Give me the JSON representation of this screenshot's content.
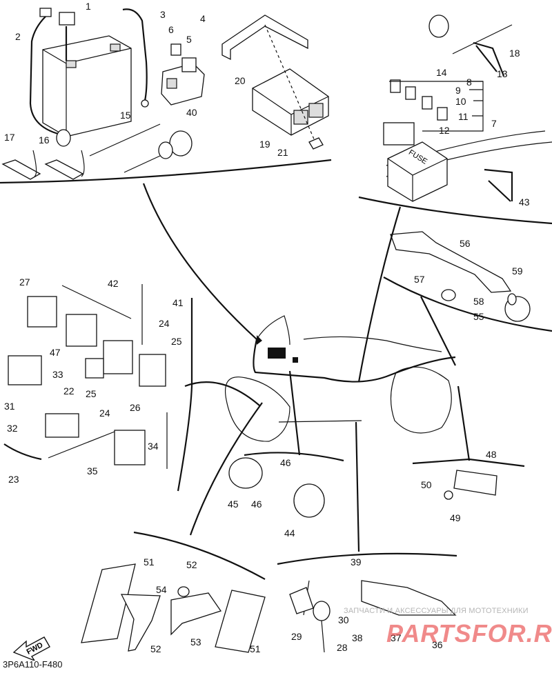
{
  "diagram_code": "3P6A110-F480",
  "watermark_text": "ЗАПЧАСТИ И АКСЕССУАРЫ ДЛЯ МОТОТЕХНИКИ",
  "brand_text": "PARTSFOR.RU",
  "fwd_label": "FWD",
  "fuse_label": "FUSE",
  "part_labels": {
    "p1": "1",
    "p2": "2",
    "p3": "3",
    "p4": "4",
    "p5": "5",
    "p6": "6",
    "p7": "7",
    "p8": "8",
    "p9": "9",
    "p10": "10",
    "p11": "11",
    "p12": "12",
    "p13": "13",
    "p14": "14",
    "p15": "15",
    "p16": "16",
    "p17": "17",
    "p18": "18",
    "p19": "19",
    "p20": "20",
    "p21": "21",
    "p22": "22",
    "p23": "23",
    "p24a": "24",
    "p24b": "24",
    "p25a": "25",
    "p25b": "25",
    "p26": "26",
    "p27": "27",
    "p28": "28",
    "p29": "29",
    "p30": "30",
    "p31": "31",
    "p32": "32",
    "p33": "33",
    "p34": "34",
    "p35": "35",
    "p36": "36",
    "p37": "37",
    "p38": "38",
    "p39": "39",
    "p40": "40",
    "p41": "41",
    "p42": "42",
    "p43": "43",
    "p44": "44",
    "p45": "45",
    "p46a": "46",
    "p46b": "46",
    "p47": "47",
    "p48": "48",
    "p49": "49",
    "p50": "50",
    "p51a": "51",
    "p51b": "51",
    "p52a": "52",
    "p52b": "52",
    "p53": "53",
    "p54": "54",
    "p55": "55",
    "p56": "56",
    "p57": "57",
    "p58": "58",
    "p59": "59"
  }
}
